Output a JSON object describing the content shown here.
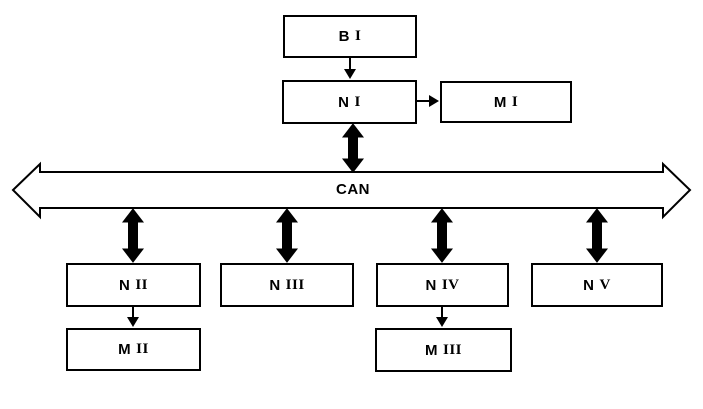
{
  "diagram": {
    "bus": {
      "label": "CAN"
    },
    "nodes": {
      "bi": {
        "label": "B I",
        "prefix": "B",
        "numeral": "I"
      },
      "ni": {
        "label": "N I",
        "prefix": "N",
        "numeral": "I"
      },
      "mi": {
        "label": "M I",
        "prefix": "M",
        "numeral": "I"
      },
      "nii": {
        "label": "N II",
        "prefix": "N",
        "numeral": "II"
      },
      "niii": {
        "label": "N III",
        "prefix": "N",
        "numeral": "III"
      },
      "niv": {
        "label": "N IV",
        "prefix": "N",
        "numeral": "IV"
      },
      "nv": {
        "label": "N V",
        "prefix": "N",
        "numeral": "V"
      },
      "mii": {
        "label": "M II",
        "prefix": "M",
        "numeral": "II"
      },
      "miii": {
        "label": "M III",
        "prefix": "M",
        "numeral": "III"
      }
    },
    "edges": [
      {
        "from": "B I",
        "to": "N I",
        "type": "directed"
      },
      {
        "from": "N I",
        "to": "M I",
        "type": "directed"
      },
      {
        "from": "N I",
        "to": "CAN",
        "type": "bidirectional"
      },
      {
        "from": "CAN",
        "to": "N II",
        "type": "bidirectional"
      },
      {
        "from": "CAN",
        "to": "N III",
        "type": "bidirectional"
      },
      {
        "from": "CAN",
        "to": "N IV",
        "type": "bidirectional"
      },
      {
        "from": "CAN",
        "to": "N V",
        "type": "bidirectional"
      },
      {
        "from": "N II",
        "to": "M II",
        "type": "directed"
      },
      {
        "from": "N IV",
        "to": "M III",
        "type": "directed"
      }
    ],
    "colors": {
      "stroke": "#000000",
      "fill": "#ffffff",
      "background": "#ffffff"
    }
  }
}
